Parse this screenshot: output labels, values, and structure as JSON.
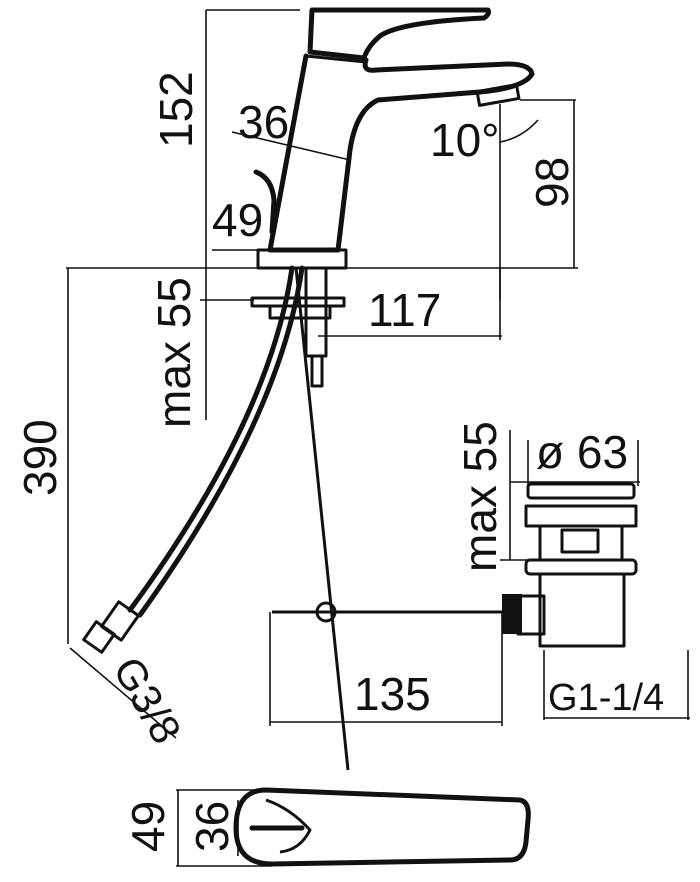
{
  "dimensions": {
    "height_152": "152",
    "angle_36": "36",
    "angle_10": "10°",
    "height_98": "98",
    "lever_49": "49",
    "max55_tap": "max 55",
    "reach_117": "117",
    "hose_390": "390",
    "thread_g38": "G3/8",
    "waste_dia": "ø 63",
    "max55_waste": "max 55",
    "rod_135": "135",
    "thread_g114": "G1-1/4",
    "top_49": "49",
    "top_36": "36"
  }
}
